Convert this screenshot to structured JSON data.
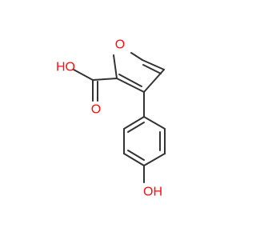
{
  "molecule": {
    "atoms": {
      "ring_oxygen": "O",
      "carboxyl_hydroxyl": "HO",
      "carbonyl_oxygen": "O",
      "phenol_hydroxyl": "OH"
    },
    "colors": {
      "bond": "#333333",
      "oxygen": "#ff0d0d",
      "background": "#ffffff"
    }
  }
}
